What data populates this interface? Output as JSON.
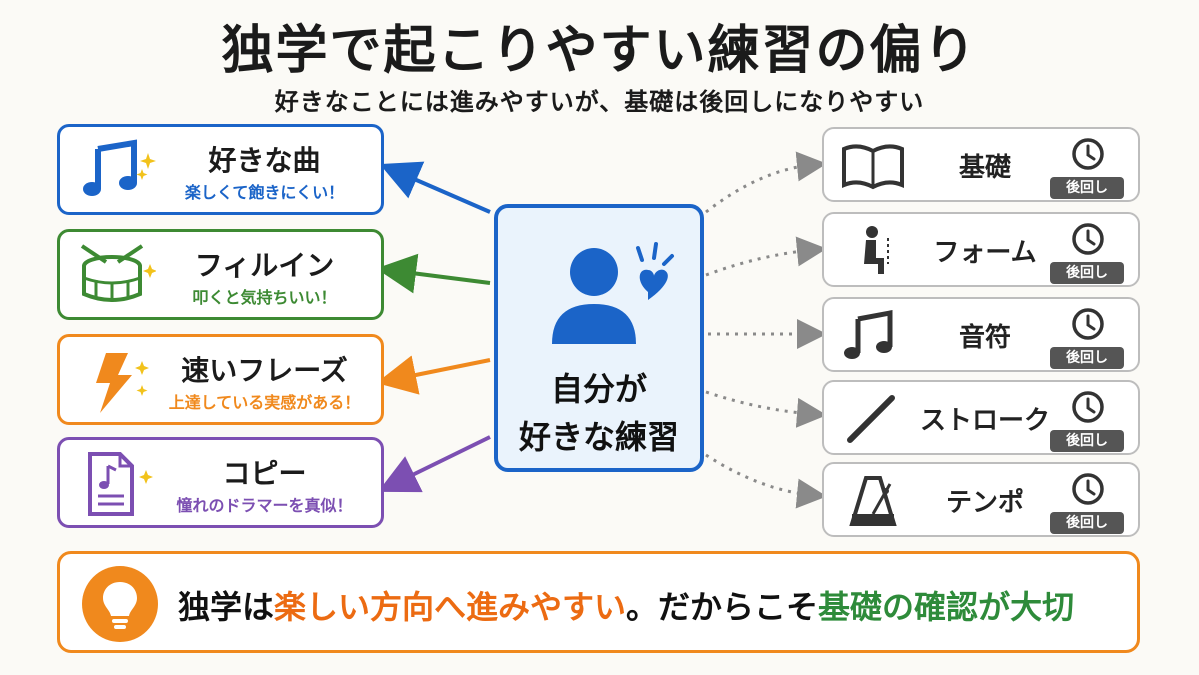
{
  "title": "独学で起こりやすい練習の偏り",
  "subtitle": "好きなことには進みやすいが、基礎は後回しになりやすい",
  "left_items": [
    {
      "label": "好きな曲",
      "sub": "楽しくて飽きにくい！",
      "icon": "music-note-icon",
      "color": "#1b64c8"
    },
    {
      "label": "フィルイン",
      "sub": "叩くと気持ちいい！",
      "icon": "drum-icon",
      "color": "#3d8a33"
    },
    {
      "label": "速いフレーズ",
      "sub": "上達している実感がある！",
      "icon": "lightning-icon",
      "color": "#f0891d"
    },
    {
      "label": "コピー",
      "sub": "憧れのドラマーを真似！",
      "icon": "sheet-music-icon",
      "color": "#7c4fb2"
    }
  ],
  "center": {
    "line1": "自分が",
    "line2": "好きな練習",
    "icon": "person-heart-icon",
    "color": "#1b64c8"
  },
  "right_items": [
    {
      "label": "基礎",
      "badge": "後回し",
      "icon": "book-icon"
    },
    {
      "label": "フォーム",
      "badge": "後回し",
      "icon": "posture-icon"
    },
    {
      "label": "音符",
      "badge": "後回し",
      "icon": "music-note-icon"
    },
    {
      "label": "ストローク",
      "badge": "後回し",
      "icon": "drumstick-icon"
    },
    {
      "label": "テンポ",
      "badge": "後回し",
      "icon": "metronome-icon"
    }
  ],
  "bottom": {
    "part1": "独学は",
    "part2": "楽しい方向へ進みやすい",
    "part3": "。だからこそ",
    "part4": "基礎の確認",
    "part5": "が大切",
    "icon": "lightbulb-icon",
    "color_orange": "#ec6b12",
    "color_green": "#2e8b3a"
  }
}
